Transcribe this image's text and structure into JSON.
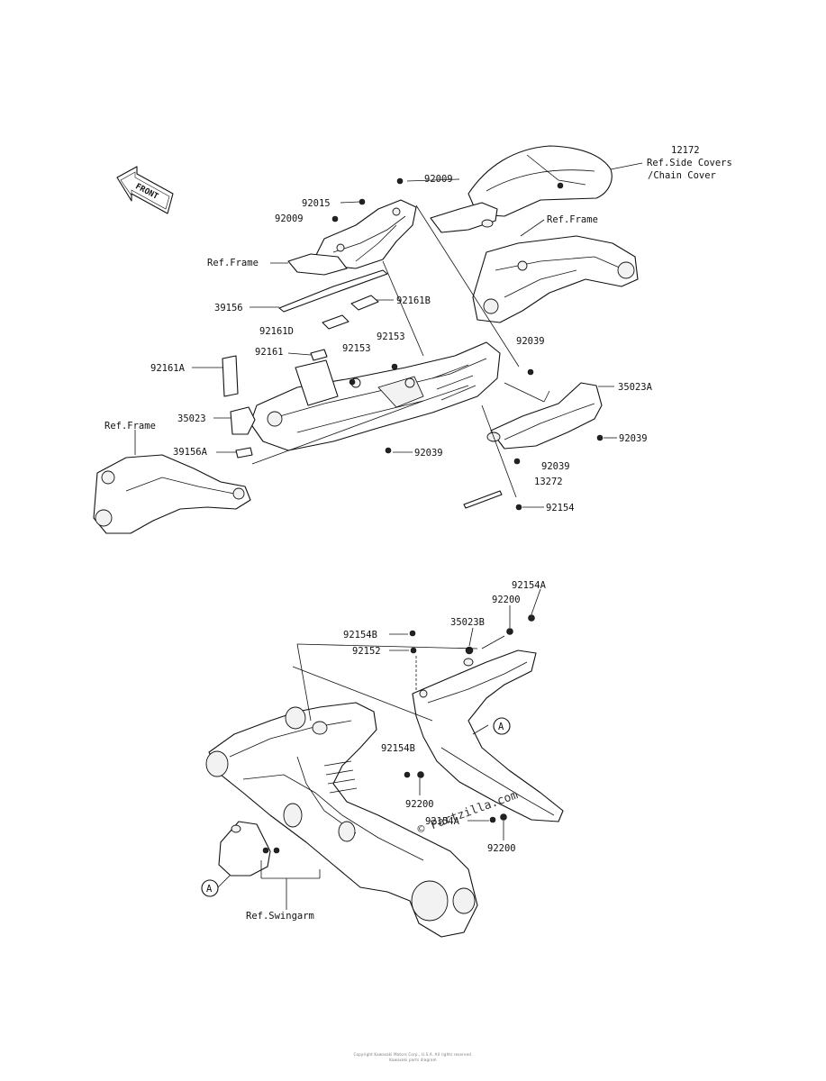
{
  "upper_labels": {
    "p12172": "12172",
    "ref_side_covers": "Ref.Side Covers",
    "chain_cover": "/Chain Cover",
    "p92009_top": "92009",
    "p92015": "92015",
    "p92009_left": "92009",
    "ref_frame_left": "Ref.Frame",
    "ref_frame_right": "Ref.Frame",
    "p39156": "39156",
    "p92161B": "92161B",
    "p92161D": "92161D",
    "p92153_a": "92153",
    "p92153_b": "92153",
    "p92161": "92161",
    "p92161A": "92161A",
    "p92039_top": "92039",
    "p35023A": "35023A",
    "p35023": "35023",
    "ref_frame_lower": "Ref.Frame",
    "p39156A": "39156A",
    "p92039_mid": "92039",
    "p92039_right": "92039",
    "p92039_low": "92039",
    "p13272": "13272",
    "p92154": "92154"
  },
  "lower_labels": {
    "p92154A_top": "92154A",
    "p92200_top": "92200",
    "p35023B": "35023B",
    "p92154B_top": "92154B",
    "p92152": "92152",
    "circle_a_right": "A",
    "p92154B_mid": "92154B",
    "p92200_mid": "92200",
    "watermark": "© Partzilla.com",
    "p92154A_low": "92154A",
    "p92200_low": "92200",
    "circle_a_left": "A",
    "ref_swingarm": "Ref.Swingarm"
  },
  "front_arrow": {
    "text": "FRONT"
  },
  "footer": {
    "line1": "Copyright Kawasaki Motors Corp., U.S.A. All rights reserved.",
    "line2": "Kawasaki parts diagram"
  }
}
